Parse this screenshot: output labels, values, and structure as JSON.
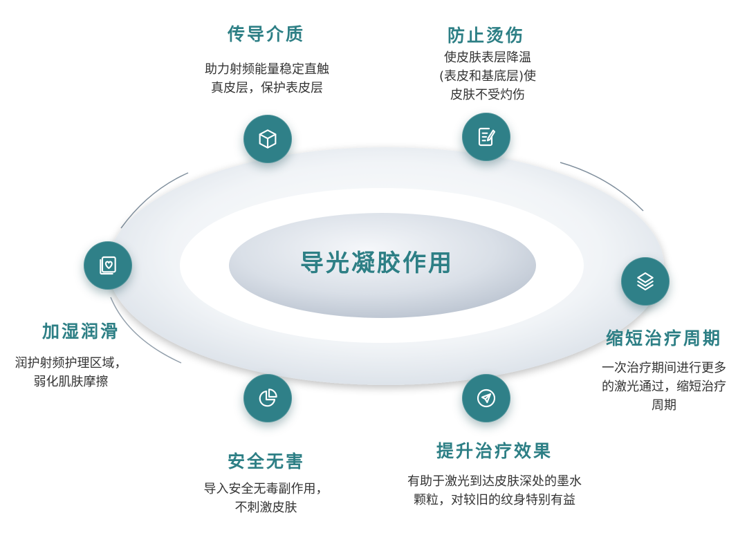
{
  "center": {
    "title": "导光凝胶作用"
  },
  "items": [
    {
      "id": "conduction",
      "title": "传导介质",
      "icon": "cube-icon",
      "desc": [
        "助力射频能量稳定直触",
        "真皮层，保护表皮层"
      ]
    },
    {
      "id": "burn",
      "title": "防止烫伤",
      "icon": "document-edit-icon",
      "desc": [
        "使皮肤表层降温",
        "(表皮和基底层)使",
        "皮肤不受灼伤"
      ]
    },
    {
      "id": "moisture",
      "title": "加湿润滑",
      "icon": "heart-card-icon",
      "desc": [
        "润护射频护理区域，",
        "弱化肌肤摩擦"
      ]
    },
    {
      "id": "shorten",
      "title": "缩短治疗周期",
      "icon": "layers-icon",
      "desc": [
        "一次治疗期间进行更多",
        "的激光通过，缩短治疗",
        "周期"
      ]
    },
    {
      "id": "safe",
      "title": "安全无害",
      "icon": "pie-chart-icon",
      "desc": [
        "导入安全无毒副作用，",
        "不刺激皮肤"
      ]
    },
    {
      "id": "effect",
      "title": "提升治疗效果",
      "icon": "send-icon",
      "desc": [
        "有助于激光到达皮肤深处的墨水",
        "颗粒，对较旧的纹身特别有益"
      ]
    }
  ],
  "colors": {
    "accent": "#2d7f85",
    "node": "#2f8088",
    "text": "#333333"
  }
}
